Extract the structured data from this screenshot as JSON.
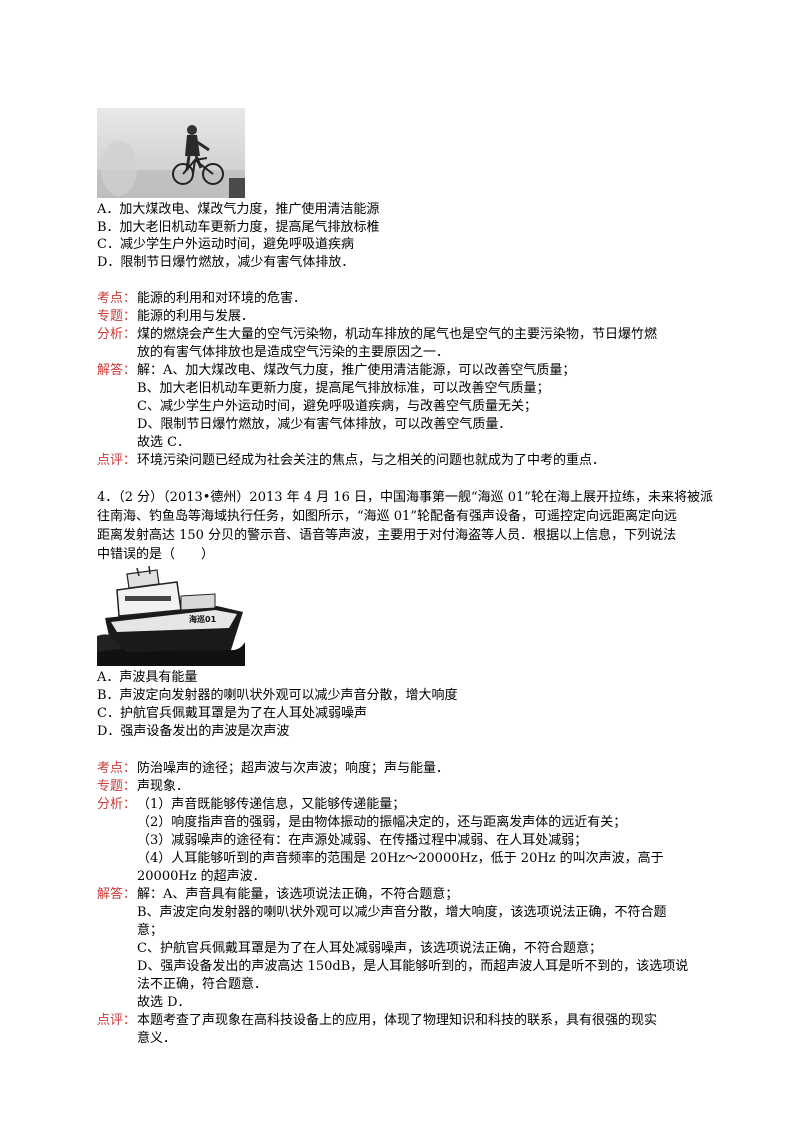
{
  "q3": {
    "options": [
      "A．加大煤改电、煤改气力度，推广使用清洁能源",
      "B．加大老旧机动车更新力度，提高尾气排放标椎",
      "C．减少学生户外运动时间，避免呼吸道疾病",
      "D．限制节日爆竹燃放，减少有害气体排放．"
    ],
    "kaodian_label": "考点：",
    "kaodian": "能源的利用和对环境的危害．",
    "zhuanti_label": "专题：",
    "zhuanti": "能源的利用与发展．",
    "fenxi_label": "分析：",
    "fenxi": [
      "煤的燃烧会产生大量的空气污染物，机动车排放的尾气也是空气的主要污染物，节日爆竹燃",
      "放的有害气体排放也是造成空气污染的主要原因之一．"
    ],
    "jieda_label": "解答：",
    "jieda": [
      "解：A、加大煤改电、煤改气力度，推广使用清洁能源，可以改善空气质量；",
      "B、加大老旧机动车更新力度，提高尾气排放标准，可以改善空气质量；",
      "C、减少学生户外运动时间，避免呼吸道疾病，与改善空气质量无关；",
      "D、限制节日爆竹燃放，减少有害气体排放，可以改善空气质量．",
      "故选 C．"
    ],
    "dianping_label": "点评：",
    "dianping": "环境污染问题已经成为社会关注的焦点，与之相关的问题也就成为了中考的重点．"
  },
  "q4": {
    "stem": [
      "4．（2 分）（2013•德州）2013 年 4 月 16 日，中国海事第一舰“海巡 01”轮在海上展开拉练，未来将被派",
      "往南海、钓鱼岛等海域执行任务，如图所示，“海巡 01”轮配备有强声设备，可遥控定向远距离定向远",
      "距离发射高达 150 分贝的警示音、语音等声波，主要用于对付海盗等人员．根据以上信息，下列说法",
      "中错误的是（　　）"
    ],
    "options": [
      "A．声波具有能量",
      "B．声波定向发射器的喇叭状外观可以减少声音分散，增大响度",
      "C．护航官兵佩戴耳罩是为了在人耳处减弱噪声",
      "D．强声设备发出的声波是次声波"
    ],
    "kaodian_label": "考点：",
    "kaodian": "防治噪声的途径；超声波与次声波；响度；声与能量．",
    "zhuanti_label": "专题：",
    "zhuanti": "声现象．",
    "fenxi_label": "分析：",
    "fenxi": [
      "（1）声音既能够传递信息，又能够传递能量；",
      "（2）响度指声音的强弱，是由物体振动的振幅决定的，还与距离发声体的远近有关；",
      "（3）减弱噪声的途径有：在声源处减弱、在传播过程中减弱、在人耳处减弱；",
      "（4）人耳能够听到的声音频率的范围是 20Hz～20000Hz，低于 20Hz 的叫次声波，高于",
      "20000Hz 的超声波．"
    ],
    "jieda_label": "解答：",
    "jieda": [
      "解：A、声音具有能量，该选项说法正确，不符合题意；",
      "B、声波定向发射器的喇叭状外观可以减少声音分散，增大响度，该选项说法正确，不符合题",
      "意；",
      "C、护航官兵佩戴耳罩是为了在人耳处减弱噪声，该选项说法正确，不符合题意；",
      "D、强声设备发出的声波高达 150dB，是人耳能够听到的，而超声波人耳是听不到的，该选项说",
      "法不正确，符合题意．",
      "故选 D．"
    ],
    "dianping_label": "点评：",
    "dianping": [
      "本题考查了声现象在高科技设备上的应用，体现了物理知识和科技的联系，具有很强的现实",
      "意义．"
    ],
    "ship_hull_text": "海巡01"
  }
}
